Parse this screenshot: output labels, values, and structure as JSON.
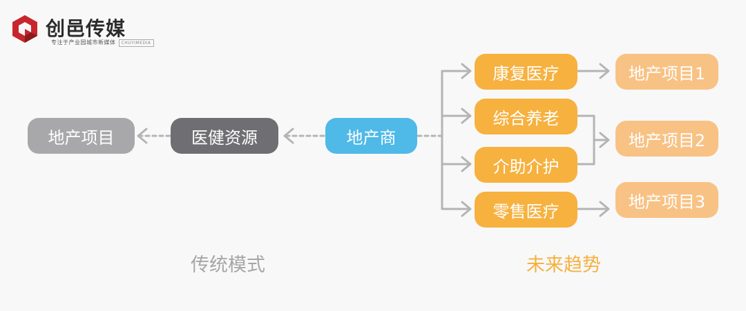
{
  "logo": {
    "name": "创邑传媒",
    "tagline": "专注于产业园城市新媒体",
    "tagline_en": "CHUYIMEDIA",
    "colors": {
      "red": "#c8262c",
      "dark": "#8a1a1e"
    }
  },
  "traditional": {
    "project": "地产项目",
    "resource": "医健资源",
    "developer": "地产商",
    "caption": "传统模式"
  },
  "future": {
    "services": [
      "康复医疗",
      "综合养老",
      "介助介护",
      "零售医疗"
    ],
    "projects": [
      "地产项目1",
      "地产项目2",
      "地产项目3"
    ],
    "caption": "未来趋势"
  },
  "colors": {
    "gray": "#a8a8aa",
    "dark_gray": "#6f6e72",
    "blue": "#4fb9e8",
    "orange": "#f6b13f",
    "peach": "#f8c285",
    "arrow": "#b4b4b4"
  }
}
